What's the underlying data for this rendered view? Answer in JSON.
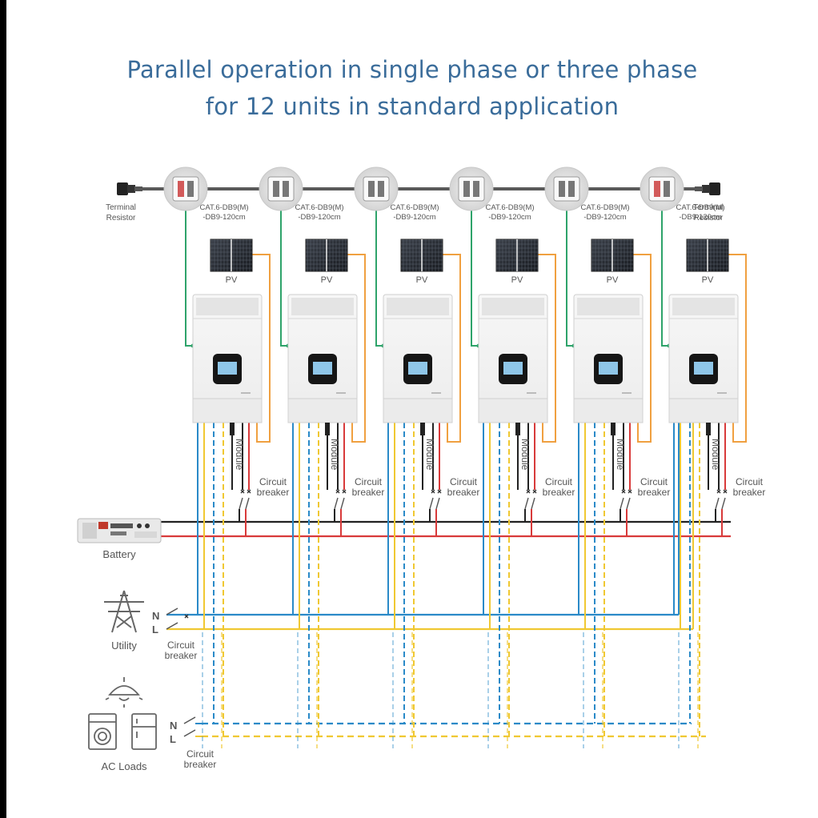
{
  "title": {
    "line1": "Parallel operation in single phase or three phase",
    "line2": "for 12 units in standard application"
  },
  "labels": {
    "terminal_resistor": [
      "Terminal",
      "Resistor"
    ],
    "cable": [
      "CAT.6-DB9(M)",
      "-DB9-120cm"
    ],
    "pv": "PV",
    "module": "Module",
    "circuit_breaker": [
      "Circuit",
      "breaker"
    ],
    "battery": "Battery",
    "utility": "Utility",
    "ac_loads": "AC Loads",
    "neutral": "N",
    "line": "L"
  },
  "inverter_count": 6,
  "colors": {
    "title": "#3a6c9a",
    "comm_wire": "#2ea36a",
    "pv_wire": "#f0a040",
    "battery_neg": "#222222",
    "battery_pos": "#d83a3a",
    "neutral_wire": "#2a8ac8",
    "line_wire": "#f0c832",
    "label": "#555555"
  }
}
